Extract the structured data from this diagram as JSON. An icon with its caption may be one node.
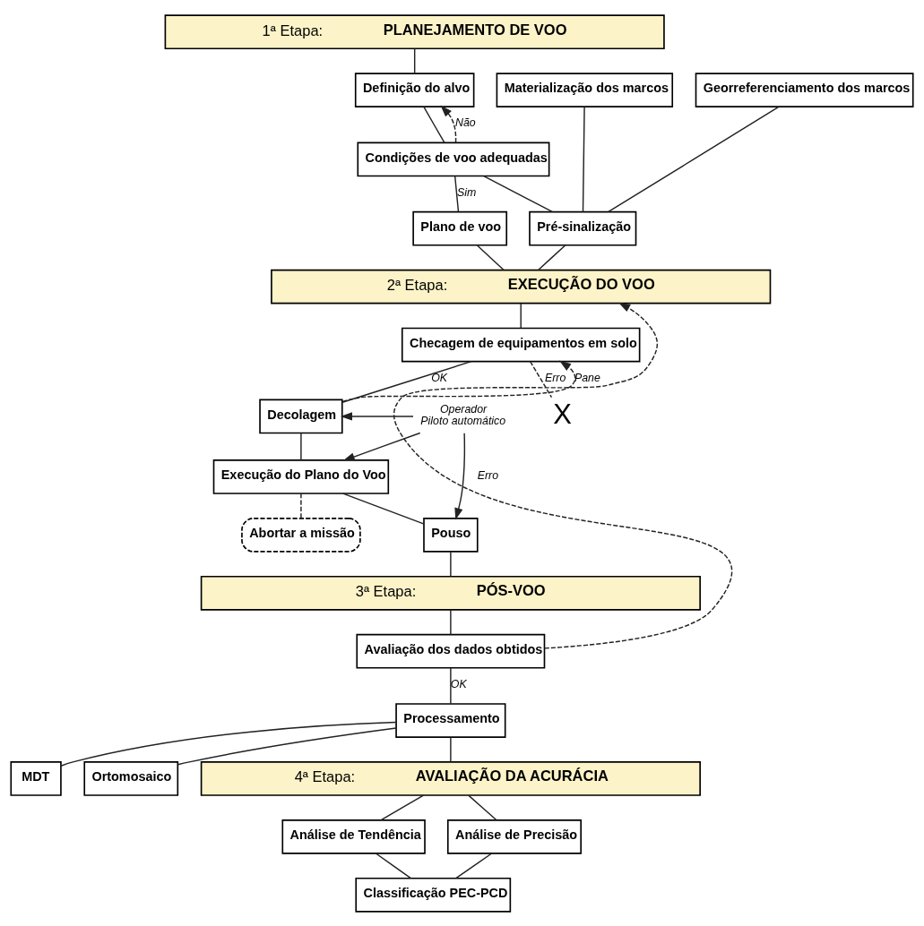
{
  "diagram": {
    "nodes": [
      {
        "text": [
          "1ª Etapa:",
          "PLANEJAMENTO DE VOO"
        ]
      },
      {
        "text": [
          "Definição do alvo"
        ]
      },
      {
        "text": [
          "Condições de voo adequadas"
        ]
      },
      {
        "text": [
          "Materialização dos marcos"
        ]
      },
      {
        "text": [
          "Georreferenciamento dos marcos"
        ]
      },
      {
        "text": [
          "Plano de voo"
        ]
      },
      {
        "text": [
          "Pré-sinalização"
        ]
      },
      {
        "text": [
          "2ª Etapa:",
          "EXECUÇÃO DO VOO"
        ]
      },
      {
        "text": [
          "Checagem de equipamentos em solo"
        ]
      },
      {
        "text": [
          "Operador",
          "Piloto automático"
        ]
      },
      {
        "text": [
          "Decolagem"
        ]
      },
      {
        "text": [
          "Execução do Plano do Voo"
        ]
      },
      {
        "text": [
          "Pouso"
        ]
      },
      {
        "text": [
          "Abortar a missão"
        ]
      },
      {
        "text": [
          "X"
        ]
      },
      {
        "text": [
          "3ª Etapa:",
          "PÓS-VOO"
        ]
      },
      {
        "text": [
          "Avaliação dos dados obtidos"
        ]
      },
      {
        "text": [
          "Processamento"
        ]
      },
      {
        "text": [
          "MDT"
        ]
      },
      {
        "text": [
          "Ortomosaico"
        ]
      },
      {
        "text": [
          "4ª Etapa:",
          "AVALIAÇÃO DA ACURÁCIA"
        ]
      },
      {
        "text": [
          "Análise de Tendência"
        ]
      },
      {
        "text": [
          "Análise de Precisão"
        ]
      },
      {
        "text": [
          "Classificação PEC-PCD"
        ]
      }
    ],
    "edges": [
      {
        "from": 0,
        "to": 1,
        "arrow": "none"
      },
      {
        "from": 1,
        "to": 2,
        "arrow": "none"
      },
      {
        "from": 2,
        "to": 1,
        "arrow": "to",
        "label": "Não",
        "style": "dashed"
      },
      {
        "from": 2,
        "to": 5,
        "arrow": "none",
        "label": "Sim"
      },
      {
        "from": 2,
        "to": 6,
        "arrow": "none"
      },
      {
        "from": 3,
        "to": 6,
        "arrow": "none"
      },
      {
        "from": 4,
        "to": 6,
        "arrow": "none"
      },
      {
        "from": 5,
        "to": 7,
        "arrow": "none"
      },
      {
        "from": 6,
        "to": 7,
        "arrow": "none"
      },
      {
        "from": 7,
        "to": 8,
        "arrow": "none"
      },
      {
        "from": 8,
        "to": 10,
        "arrow": "none",
        "label": "OK"
      },
      {
        "from": 9,
        "to": 10,
        "arrow": "to"
      },
      {
        "from": 9,
        "to": 11,
        "arrow": "to"
      },
      {
        "from": 9,
        "to": 12,
        "arrow": "to"
      },
      {
        "from": 10,
        "to": 11,
        "arrow": "none"
      },
      {
        "from": 11,
        "to": 12,
        "arrow": "none"
      },
      {
        "from": 10,
        "to": 8,
        "arrow": "to",
        "label": "Pane",
        "style": "dashed"
      },
      {
        "from": 11,
        "to": 13,
        "arrow": "none",
        "style": "dashed"
      },
      {
        "from": 8,
        "to": 14,
        "arrow": "none",
        "label": "Erro",
        "style": "dashed"
      },
      {
        "from": 12,
        "to": 15,
        "arrow": "none"
      },
      {
        "from": 15,
        "to": 16,
        "arrow": "none"
      },
      {
        "from": 16,
        "to": 7,
        "arrow": "to",
        "label": "Erro",
        "style": "dashed"
      },
      {
        "from": 16,
        "to": 17,
        "arrow": "none",
        "label": "OK"
      },
      {
        "from": 17,
        "to": 18,
        "arrow": "none"
      },
      {
        "from": 17,
        "to": 19,
        "arrow": "none"
      },
      {
        "from": 17,
        "to": 20,
        "arrow": "none"
      },
      {
        "from": 20,
        "to": 21,
        "arrow": "none"
      },
      {
        "from": 20,
        "to": 22,
        "arrow": "none"
      },
      {
        "from": 21,
        "to": 23,
        "arrow": "none"
      },
      {
        "from": 22,
        "to": 23,
        "arrow": "none"
      }
    ]
  }
}
